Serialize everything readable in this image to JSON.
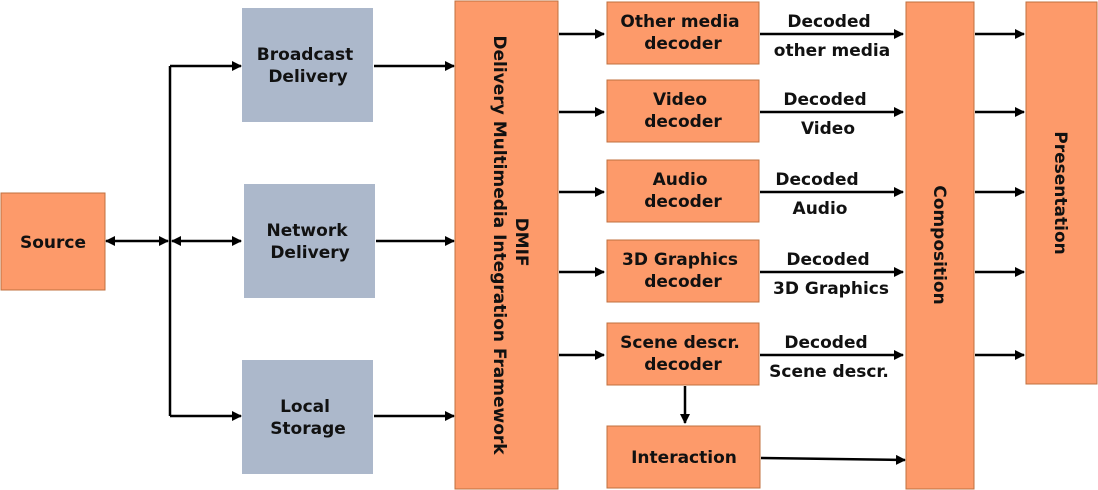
{
  "colors": {
    "orange": "#fd9a6a",
    "gray": "#acb8cb",
    "border": "#c0703f",
    "ink": "#000000"
  },
  "boxes": {
    "source": {
      "lines": [
        "Source"
      ]
    },
    "broadcast": {
      "lines": [
        "Broadcast",
        "Delivery"
      ]
    },
    "network": {
      "lines": [
        "Network",
        "Delivery"
      ]
    },
    "storage": {
      "lines": [
        "Local",
        "Storage"
      ]
    },
    "dmif": {
      "lines": [
        "DMIF",
        "Delivery Multimedia Integration Framework"
      ]
    },
    "other_dec": {
      "lines": [
        "Other media",
        "decoder"
      ]
    },
    "video_dec": {
      "lines": [
        "Video",
        "decoder"
      ]
    },
    "audio_dec": {
      "lines": [
        "Audio",
        "decoder"
      ]
    },
    "graphics_dec": {
      "lines": [
        "3D Graphics",
        "decoder"
      ]
    },
    "scene_dec": {
      "lines": [
        "Scene descr.",
        "decoder"
      ]
    },
    "interaction": {
      "lines": [
        "Interaction"
      ]
    },
    "composition": {
      "lines": [
        "Composition"
      ]
    },
    "presentation": {
      "lines": [
        "Presentation"
      ]
    }
  },
  "labels": {
    "decoded_other": [
      "Decoded",
      "other media"
    ],
    "decoded_video": [
      "Decoded",
      "Video"
    ],
    "decoded_audio": [
      "Decoded",
      "Audio"
    ],
    "decoded_graphics": [
      "Decoded",
      "3D Graphics"
    ],
    "decoded_scene": [
      "Decoded",
      "Scene descr."
    ]
  }
}
